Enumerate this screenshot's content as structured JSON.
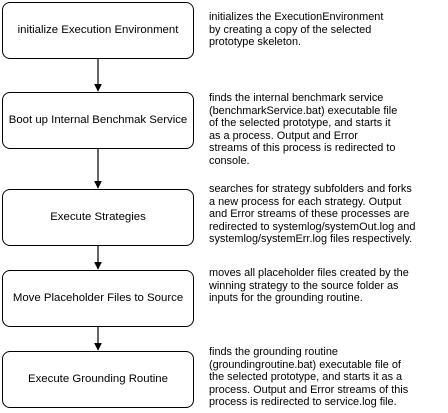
{
  "steps": [
    {
      "label": "initialize Execution Environment",
      "description": "initializes the ExecutionEnvironment\nby creating a copy of the selected\nprototype skeleton."
    },
    {
      "label": "Boot up Internal Benchmak Service",
      "description": "finds the internal benchmark service\n(benchmarkService.bat) executable file\nof the selected prototype, and starts it\nas a process. Output and Error\nstreams of this process is redirected to\nconsole."
    },
    {
      "label": "Execute Strategies",
      "description": "searches for strategy subfolders and forks\na new process for each strategy. Output\nand Error streams of these processes are\nredirected to systemlog/systemOut.log and\nsystemlog/systemErr.log files respectively."
    },
    {
      "label": "Move Placeholder Files to Source",
      "description": "moves all placeholder files created by the\nwinning strategy to the source folder as\ninputs for the grounding routine."
    },
    {
      "label": "Execute Grounding Routine",
      "description": "finds the grounding routine\n(groundingroutine.bat) executable file of\nthe selected prototype, and starts it as a\nprocess. Output and Error streams of this\nprocess is redirected to service.log file."
    }
  ]
}
